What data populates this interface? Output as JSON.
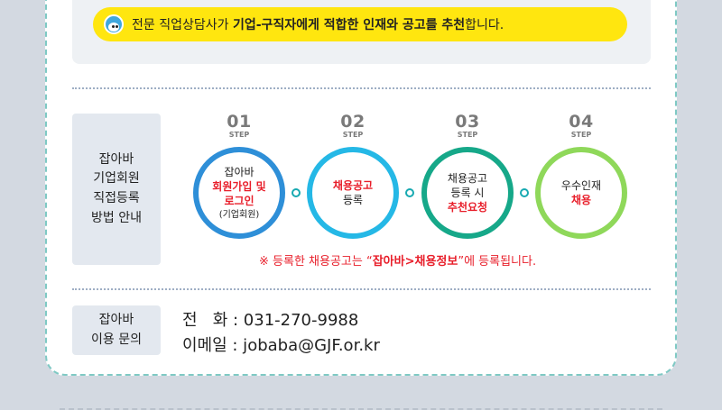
{
  "notice": {
    "icon": "mascot-icon",
    "text_prefix": "전문 직업상담사가 ",
    "text_bold": "기업-구직자에게 적합한 인재와 공고를 추천",
    "text_suffix": "합니다."
  },
  "registration": {
    "label_lines": [
      "잡아바",
      "기업회원",
      "직접등록",
      "방법 안내"
    ],
    "steps": [
      {
        "number": "01",
        "step_label": "STEP",
        "lines": [
          {
            "text": "잡아바",
            "style": "normal"
          },
          {
            "text": "회원가입 및",
            "style": "red"
          },
          {
            "text": "로그인",
            "style": "red"
          },
          {
            "text": "(기업회원)",
            "style": "small"
          }
        ]
      },
      {
        "number": "02",
        "step_label": "STEP",
        "lines": [
          {
            "text": "채용공고",
            "style": "red"
          },
          {
            "text": "등록",
            "style": "normal"
          }
        ]
      },
      {
        "number": "03",
        "step_label": "STEP",
        "lines": [
          {
            "text": "채용공고",
            "style": "normal"
          },
          {
            "text": "등록 시",
            "style": "normal"
          },
          {
            "text": "추천요청",
            "style": "red"
          }
        ]
      },
      {
        "number": "04",
        "step_label": "STEP",
        "lines": [
          {
            "text": "우수인재",
            "style": "normal"
          },
          {
            "text": "채용",
            "style": "red"
          }
        ]
      }
    ],
    "note_prefix": "※ 등록한 채용공고는 “",
    "note_bold": "잡아바>채용정보",
    "note_suffix": "”에 등록됩니다."
  },
  "contact": {
    "label_lines": [
      "잡아바",
      "이용 문의"
    ],
    "phone_line": "전   화 : 031-270-9988",
    "email_line": "이메일 : jobaba@GJF.or.kr"
  },
  "colors": {
    "page_bg": "#d3d9e1",
    "notice_yellow": "#ffe60f",
    "step1": "#2e8fd8",
    "step2": "#25b8e6",
    "step3": "#16a889",
    "step4": "#8fd85a",
    "highlight_red": "#e81e2a"
  }
}
